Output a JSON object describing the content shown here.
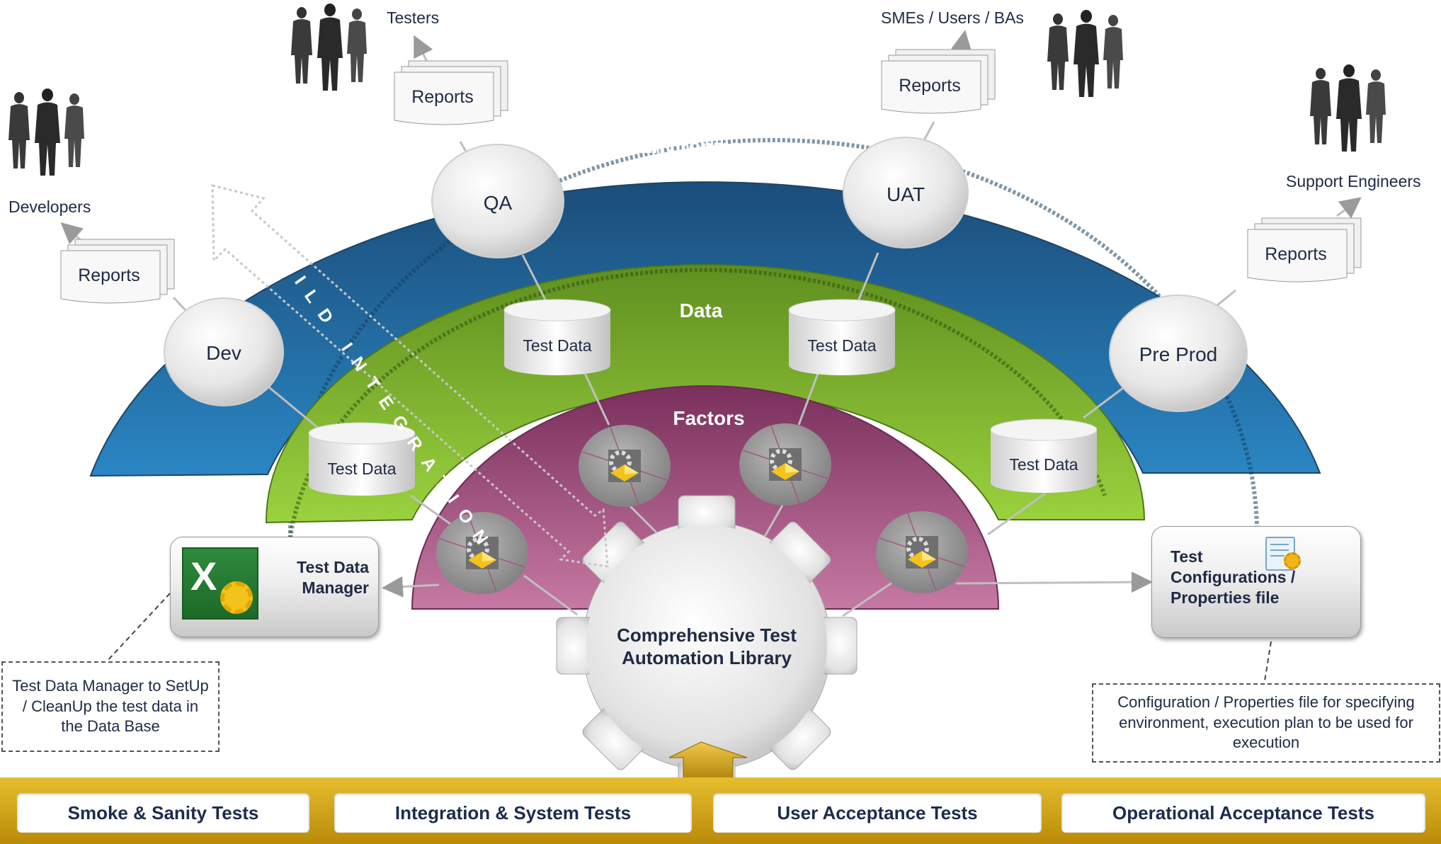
{
  "rings": {
    "outer": "Environment",
    "middle": "Data",
    "inner": "Factors"
  },
  "environments": {
    "dev": "Dev",
    "qa": "QA",
    "uat": "UAT",
    "preprod": "Pre Prod"
  },
  "test_data": {
    "label": "Test Data"
  },
  "reports": {
    "label": "Reports"
  },
  "people": {
    "developers": "Developers",
    "testers": "Testers",
    "smes": "SMEs / Users / BAs",
    "support": "Support Engineers"
  },
  "build_integration": "BUILD INTEGRATION",
  "core": {
    "line1": "Comprehensive Test",
    "line2": "Automation Library"
  },
  "test_data_manager": {
    "line1": "Test Data",
    "line2": "Manager",
    "note": "Test Data Manager to SetUp / CleanUp the test data in the Data Base"
  },
  "config": {
    "line1": "Test",
    "line2": "Configurations /",
    "line3": "Properties file",
    "note": "Configuration / Properties file for specifying environment, execution plan to be used for execution"
  },
  "tests": [
    "Smoke & Sanity Tests",
    "Integration & System Tests",
    "User Acceptance Tests",
    "Operational Acceptance Tests"
  ],
  "colors": {
    "environment_ring": "#1f6fa8",
    "data_ring": "#7fbf2e",
    "factors_ring": "#a6507f",
    "bottom_bar": "#d4a51b",
    "text": "#1f2a44"
  }
}
